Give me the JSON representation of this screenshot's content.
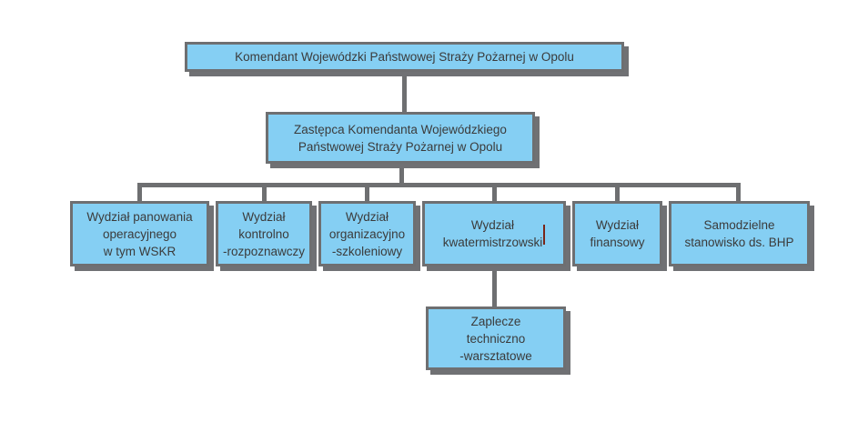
{
  "nodes": {
    "root": {
      "label": "Komendant Wojewódzki Państwowej Straży Pożarnej w Opolu"
    },
    "deputy": {
      "label": "Zastępca Komendanta Wojewódzkiego\nPaństwowej Straży Pożarnej w Opolu"
    },
    "dept_operations": {
      "label": "Wydział panowania\noperacyjnego\nw tym WSKR"
    },
    "dept_control": {
      "label": "Wydział\nkontrolno\n-rozpoznawczy"
    },
    "dept_organization": {
      "label": "Wydział\norganizacyjno\n-szkoleniowy"
    },
    "dept_quartermaster": {
      "label": "Wydział\nkwatermistrzowski"
    },
    "dept_finance": {
      "label": "Wydział\nfinansowy"
    },
    "dept_bhp": {
      "label": "Samodzielne\nstanowisko ds. BHP"
    },
    "workshop": {
      "label": "Zaplecze\ntechniczno\n-warsztatowe"
    }
  },
  "colors": {
    "node_fill": "#85CFF3",
    "node_border": "#6E6F71",
    "connector": "#6E6F71",
    "text": "#3B3B3B",
    "text_cursor": "#7A2619",
    "background": "#FFFFFF"
  }
}
